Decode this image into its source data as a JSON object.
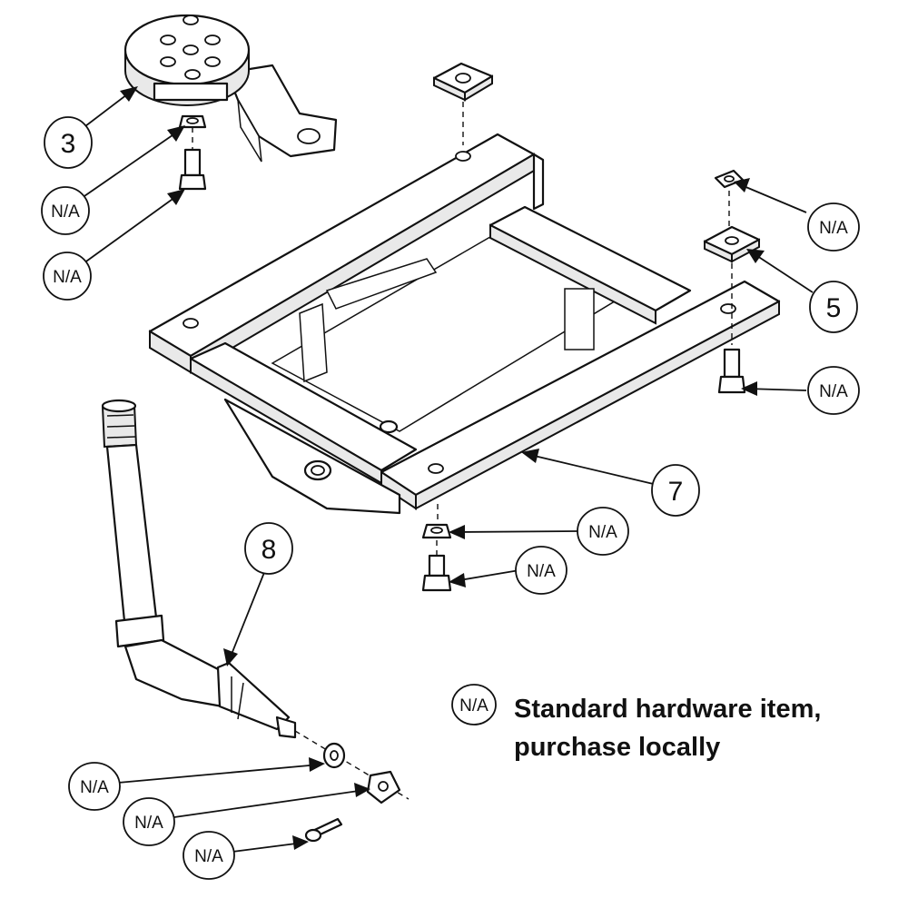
{
  "callouts": {
    "c3": "3",
    "c5": "5",
    "c7": "7",
    "c8": "8"
  },
  "na_label": "N/A",
  "legend": {
    "symbol": "N/A",
    "line1": "Standard hardware item,",
    "line2": "purchase locally"
  }
}
